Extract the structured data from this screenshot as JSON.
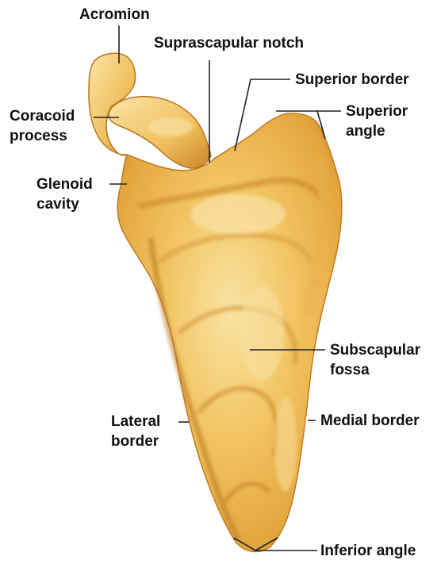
{
  "figure": {
    "subject": "Scapula, anterior view",
    "colors": {
      "bone_light": "#f7d98a",
      "bone_mid": "#efb84e",
      "bone_dark": "#d9932a",
      "bone_shadow": "#b06d18",
      "leader_line": "#222222",
      "label_text": "#111111",
      "background": "#ffffff"
    }
  },
  "labels": {
    "acromion": [
      "Acromion"
    ],
    "suprascapular_notch": [
      "Suprascapular notch"
    ],
    "superior_border": [
      "Superior border"
    ],
    "superior_angle": [
      "Superior",
      "angle"
    ],
    "coracoid_process": [
      "Coracoid",
      "process"
    ],
    "glenoid_cavity": [
      "Glenoid",
      "cavity"
    ],
    "subscapular_fossa": [
      "Subscapular",
      "fossa"
    ],
    "lateral_border": [
      "Lateral",
      "border"
    ],
    "medial_border": [
      "Medial border"
    ],
    "inferior_angle": [
      "Inferior angle"
    ]
  }
}
